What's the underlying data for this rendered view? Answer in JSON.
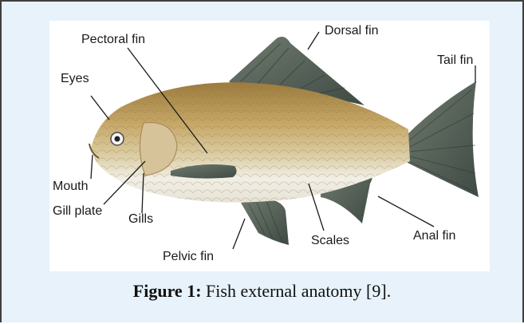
{
  "labels": {
    "pectoral_fin": "Pectoral fin",
    "dorsal_fin": "Dorsal fin",
    "eyes": "Eyes",
    "tail_fin": "Tail fin",
    "mouth": "Mouth",
    "gill_plate": "Gill plate",
    "gills": "Gills",
    "scales": "Scales",
    "anal_fin": "Anal fin",
    "pelvic_fin": "Pelvic fin"
  },
  "caption": {
    "prefix": "Figure 1:",
    "text": " Fish external anatomy [9]."
  },
  "colors": {
    "frame_bg": "#e7f2fa",
    "frame_border": "#3f3f3f",
    "body_top": "#b79551",
    "body_belly": "#f1efe6",
    "fin": "#4f5a52",
    "leader_line": "#1a1a1a"
  }
}
